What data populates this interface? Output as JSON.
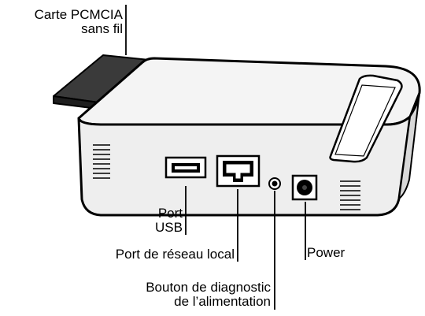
{
  "colors": {
    "ink": "#000000",
    "paper": "#ffffff",
    "device_top": "#f4f4f4",
    "device_front": "#eeeeee",
    "card": "#3a3a3a"
  },
  "callouts": {
    "pcmcia": {
      "line1": "Carte PCMCIA",
      "line2": "sans fil"
    },
    "usb": {
      "line1": "Port",
      "line2": "USB"
    },
    "lan": {
      "line1": "Port de réseau local"
    },
    "power": {
      "line1": "Power"
    },
    "diag": {
      "line1": "Bouton de diagnostic",
      "line2": "de l’alimentation"
    }
  }
}
